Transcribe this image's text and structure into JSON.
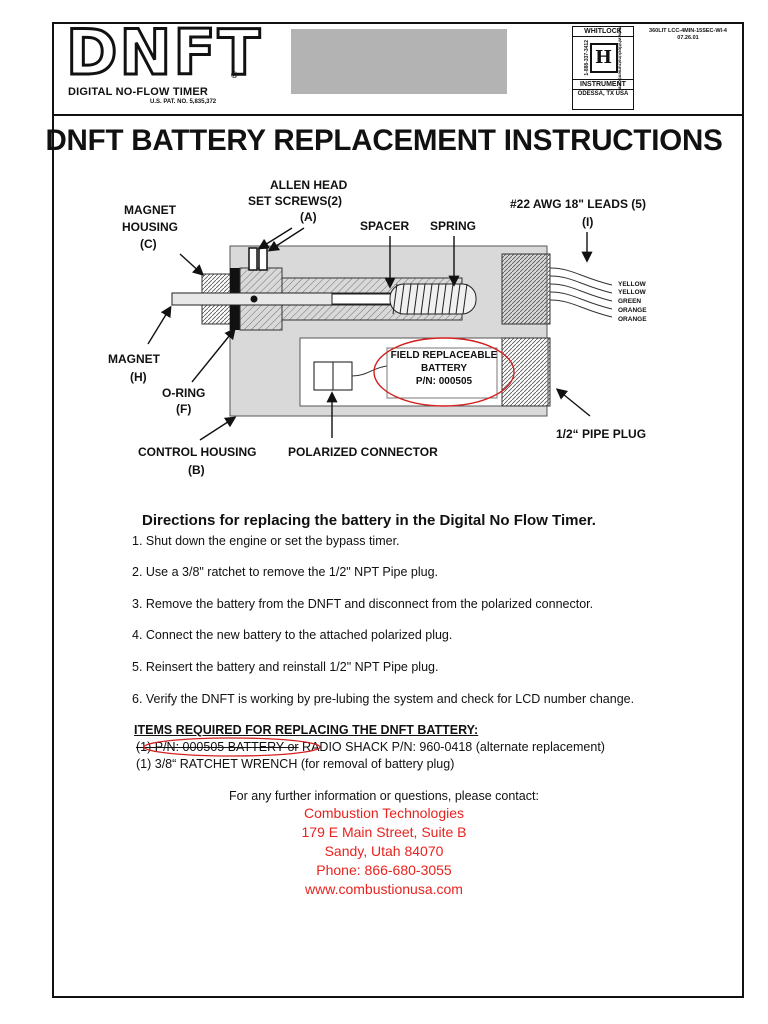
{
  "header": {
    "logo": "DNFT",
    "registered": "®",
    "logo_subtitle": "DIGITAL NO-FLOW TIMER",
    "patent": "U.S. PAT. NO. 5,835,372",
    "whitlock": {
      "top": "WHITLOCK",
      "phone": "1-888-337-3412",
      "web": "www.whitlockinstrument.com",
      "instrument": "INSTRUMENT",
      "location": "ODESSA, TX USA"
    },
    "doc_ref": [
      "360LIT LCC-4MIN-15SEC-WI-4",
      "07.26.01"
    ]
  },
  "title": "DNFT BATTERY REPLACEMENT INSTRUCTIONS",
  "diagram": {
    "allen_head_1": "ALLEN HEAD",
    "allen_head_2": "SET SCREWS(2)",
    "allen_head_3": "(A)",
    "magnet_housing_1": "MAGNET",
    "magnet_housing_2": "HOUSING",
    "magnet_housing_3": "(C)",
    "spacer": "SPACER",
    "spring": "SPRING",
    "leads_1": "#22 AWG 18\" LEADS (5)",
    "leads_2": "(I)",
    "wires": [
      "YELLOW",
      "YELLOW",
      "GREEN",
      "ORANGE",
      "ORANGE"
    ],
    "battery_1": "FIELD REPLACEABLE",
    "battery_2": "BATTERY",
    "battery_3": "P/N: 000505",
    "magnet_1": "MAGNET",
    "magnet_2": "(H)",
    "oring_1": "O-RING",
    "oring_2": "(F)",
    "control_housing_1": "CONTROL HOUSING",
    "control_housing_2": "(B)",
    "polarized_connector": "POLARIZED CONNECTOR",
    "pipe_plug": "1/2“ PIPE PLUG"
  },
  "directions_title": "Directions for replacing the battery in the Digital No Flow Timer.",
  "steps": [
    "1.  Shut down the engine or set the bypass timer.",
    "2.  Use a 3/8\" ratchet to remove the 1/2\" NPT Pipe plug.",
    "3.  Remove the battery from the DNFT and  disconnect from the polarized connector.",
    "4.  Connect the new battery to  the attached polarized plug.",
    "5.  Reinsert the battery and reinstall 1/2\" NPT Pipe plug.",
    "6.  Verify the DNFT is working by pre-lubing the system and check  for LCD number change."
  ],
  "items_title": "ITEMS REQUIRED FOR REPLACING THE DNFT BATTERY:",
  "items": {
    "line1_struck": "(1) P/N: 000505 BATTERY or",
    "line1_rest": " RADIO SHACK P/N: 960-0418 (alternate replacement)",
    "line2": "(1) 3/8“ RATCHET WRENCH (for removal of battery plug)"
  },
  "contact": {
    "intro": "For any further information or questions, please contact:",
    "company": "Combustion Technologies",
    "street": "179 E Main Street, Suite B",
    "city": "Sandy, Utah 84070",
    "phone": "Phone: 866-680-3055",
    "web": "www.combustionusa.com"
  }
}
